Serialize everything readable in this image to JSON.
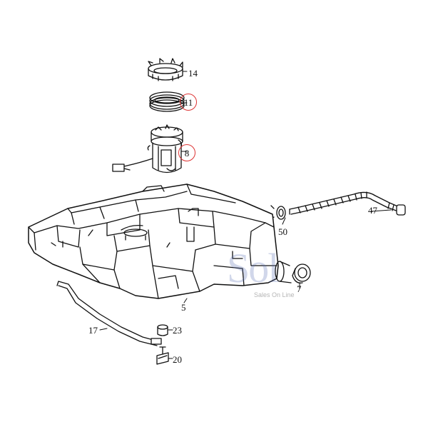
{
  "labels": {
    "l14": "14",
    "l11": "11",
    "l8": "8",
    "l47": "47",
    "l50": "50",
    "l5": "5",
    "l7": "7",
    "l17": "17",
    "l23": "23",
    "l20": "20"
  },
  "circled_labels": [
    "11",
    "8"
  ],
  "watermark": {
    "main": "Sol",
    "sub": "Sales On Line"
  },
  "colors": {
    "line": "#111111",
    "highlight_circle": "#d33333",
    "watermark": "#5a6eb4"
  }
}
